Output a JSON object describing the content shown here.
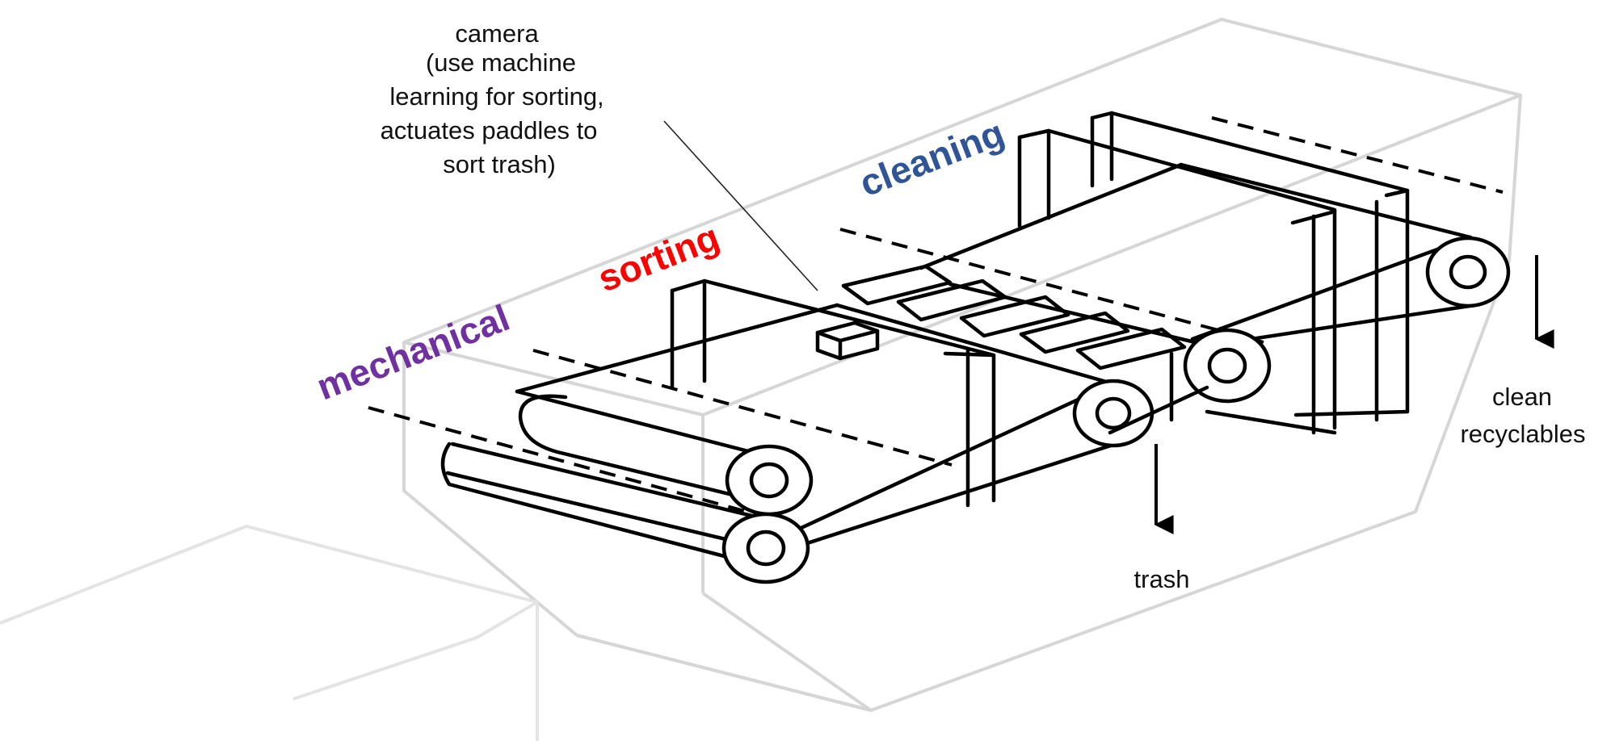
{
  "labels": {
    "camera_title": "camera",
    "camera_desc_lines": [
      "(use machine",
      "learning for sorting,",
      "actuates paddles to",
      "sort trash)"
    ],
    "stage_mechanical": "mechanical",
    "stage_sorting": "sorting",
    "stage_cleaning": "cleaning",
    "output_trash": "trash",
    "output_clean_lines": [
      "clean",
      "recyclables"
    ]
  },
  "colors": {
    "mechanical": "#7030a0",
    "sorting": "#ff0000",
    "cleaning": "#2f5597",
    "housing": "#d6d6d6",
    "ink": "#000000"
  }
}
